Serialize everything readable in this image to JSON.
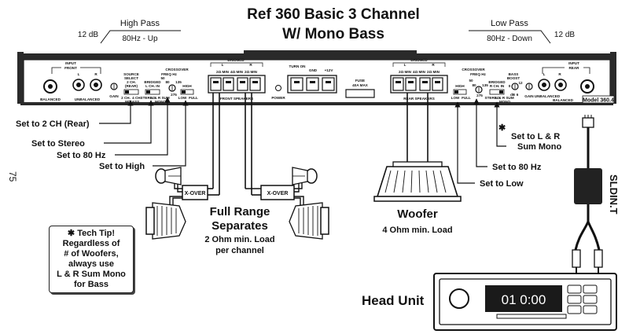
{
  "page_number": "75",
  "title": {
    "line1": "Ref 360 Basic 3 Channel",
    "line2": "W/ Mono Bass"
  },
  "high_pass": {
    "label": "High Pass",
    "slope": "12 dB",
    "freq": "80Hz - Up"
  },
  "low_pass": {
    "label": "Low Pass",
    "slope": "12 dB",
    "freq": "80Hz - Down"
  },
  "amp": {
    "model": "Model 360.4",
    "input_front": {
      "title": "INPUT",
      "sub": "FRONT",
      "balanced": "BALANCED",
      "unbalanced": "UNBALANCED",
      "l": "L",
      "r": "R",
      "gain": "GAIN"
    },
    "source_select": {
      "title": [
        "SOURCE",
        "SELECT",
        "2 CH.",
        "(REAR)"
      ],
      "options": [
        "2 CH.",
        "4 CH.",
        "W/BASS"
      ]
    },
    "bridged_front": {
      "title": [
        "BRIDGED",
        "L CH. IN"
      ],
      "options": [
        "STEREO",
        "L & R SUM",
        "MONO"
      ]
    },
    "crossover_front": {
      "title": "CROSSOVER",
      "freq": "FREQ Hz",
      "ticks": [
        "50",
        "80",
        "135",
        "275"
      ],
      "high": "HIGH",
      "low": "LOW",
      "full": "FULL"
    },
    "speakers_front": {
      "label": "FRONT SPEAKERS",
      "bridged": "BRIDGED",
      "l": "L",
      "r": "R",
      "min": [
        "2Ω MIN",
        "4Ω MIN",
        "2Ω MIN"
      ]
    },
    "power": "POWER",
    "power_terms": [
      "TURN ON",
      "GND",
      "+12V"
    ],
    "fuse": [
      "FUSE",
      "40A MAX"
    ],
    "speakers_rear": {
      "label": "REAR SPEAKERS",
      "bridged": "BRIDGED",
      "l": "L",
      "r": "R",
      "min": [
        "2Ω MIN",
        "4Ω MIN",
        "2Ω MIN"
      ]
    },
    "crossover_rear": {
      "title": "CROSSOVER",
      "freq": "FREQ Hz",
      "ticks": [
        "50",
        "80",
        "135",
        "275"
      ],
      "high": "HIGH",
      "low": "LOW",
      "full": "FULL"
    },
    "bridged_rear": {
      "title": [
        "BRIDGED",
        "R CH. IN"
      ],
      "options": [
        "STEREO",
        "L & R SUM",
        "MONO"
      ]
    },
    "bass_boost": {
      "title": [
        "BASS",
        "BOOST"
      ],
      "db": "dB",
      "ticks": [
        "0",
        "6",
        "12"
      ]
    },
    "input_rear": {
      "title": "INPUT",
      "sub": "REAR",
      "balanced": "BALANCED",
      "unbalanced": "UNBALANCED",
      "l": "L",
      "r": "R",
      "gain": "GAIN"
    }
  },
  "annotations": {
    "set_2ch": "Set to 2 CH (Rear)",
    "set_stereo": "Set to Stereo",
    "set_80_left": "Set to 80 Hz",
    "set_high": "Set to High",
    "set_lr_sum_line1": "Set to L & R",
    "set_lr_sum_line2": "Sum Mono",
    "set_80_right": "Set to 80 Hz",
    "set_low": "Set to Low",
    "asterisk": "✱"
  },
  "xover_label": "X-OVER",
  "full_range": {
    "line1": "Full Range",
    "line2": "Separates",
    "note1": "2 Ohm min. Load",
    "note2": "per channel"
  },
  "woofer": {
    "title": "Woofer",
    "note": "4 Ohm min. Load"
  },
  "sldin": "SLDIN.T",
  "tech_tip": [
    "✱ Tech Tip!",
    "Regardless of",
    "# of Woofers,",
    "always use",
    "L & R Sum Mono",
    "for Bass"
  ],
  "head_unit": {
    "label": "Head Unit",
    "display": "01  0:00"
  }
}
